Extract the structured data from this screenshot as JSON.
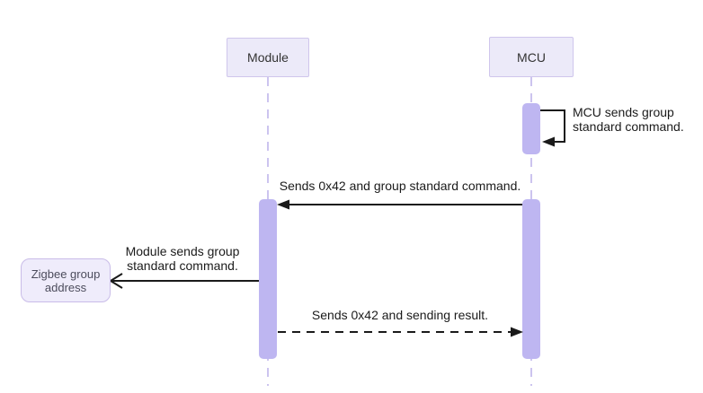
{
  "diagram_type": "sequence",
  "actors": [
    {
      "label": "Module"
    },
    {
      "label": "MCU"
    }
  ],
  "external_node": {
    "label": "Zigbee group address"
  },
  "messages": [
    {
      "label": "MCU sends group standard command.",
      "type": "self-loop",
      "from": "MCU",
      "to": "MCU"
    },
    {
      "label": "Sends 0x42 and group standard command.",
      "type": "solid-filled-arrow",
      "from": "MCU",
      "to": "Module"
    },
    {
      "label": "Module sends group standard command.",
      "type": "solid-open-arrow",
      "from": "Module",
      "to": "Zigbee group address"
    },
    {
      "label": "Sends 0x42 and sending result.",
      "type": "dashed-filled-arrow",
      "from": "Module",
      "to": "MCU"
    }
  ],
  "colors": {
    "background": "#FFFFFF",
    "actor_fill": "#ECEAF9",
    "actor_border": "#CFC6EC",
    "activation_fill": "#BEB6F1",
    "lifeline": "#CCC4EF",
    "arrow": "#1A1A1A",
    "external_fill": "#EFECFB",
    "external_border": "#C9BCE8"
  }
}
